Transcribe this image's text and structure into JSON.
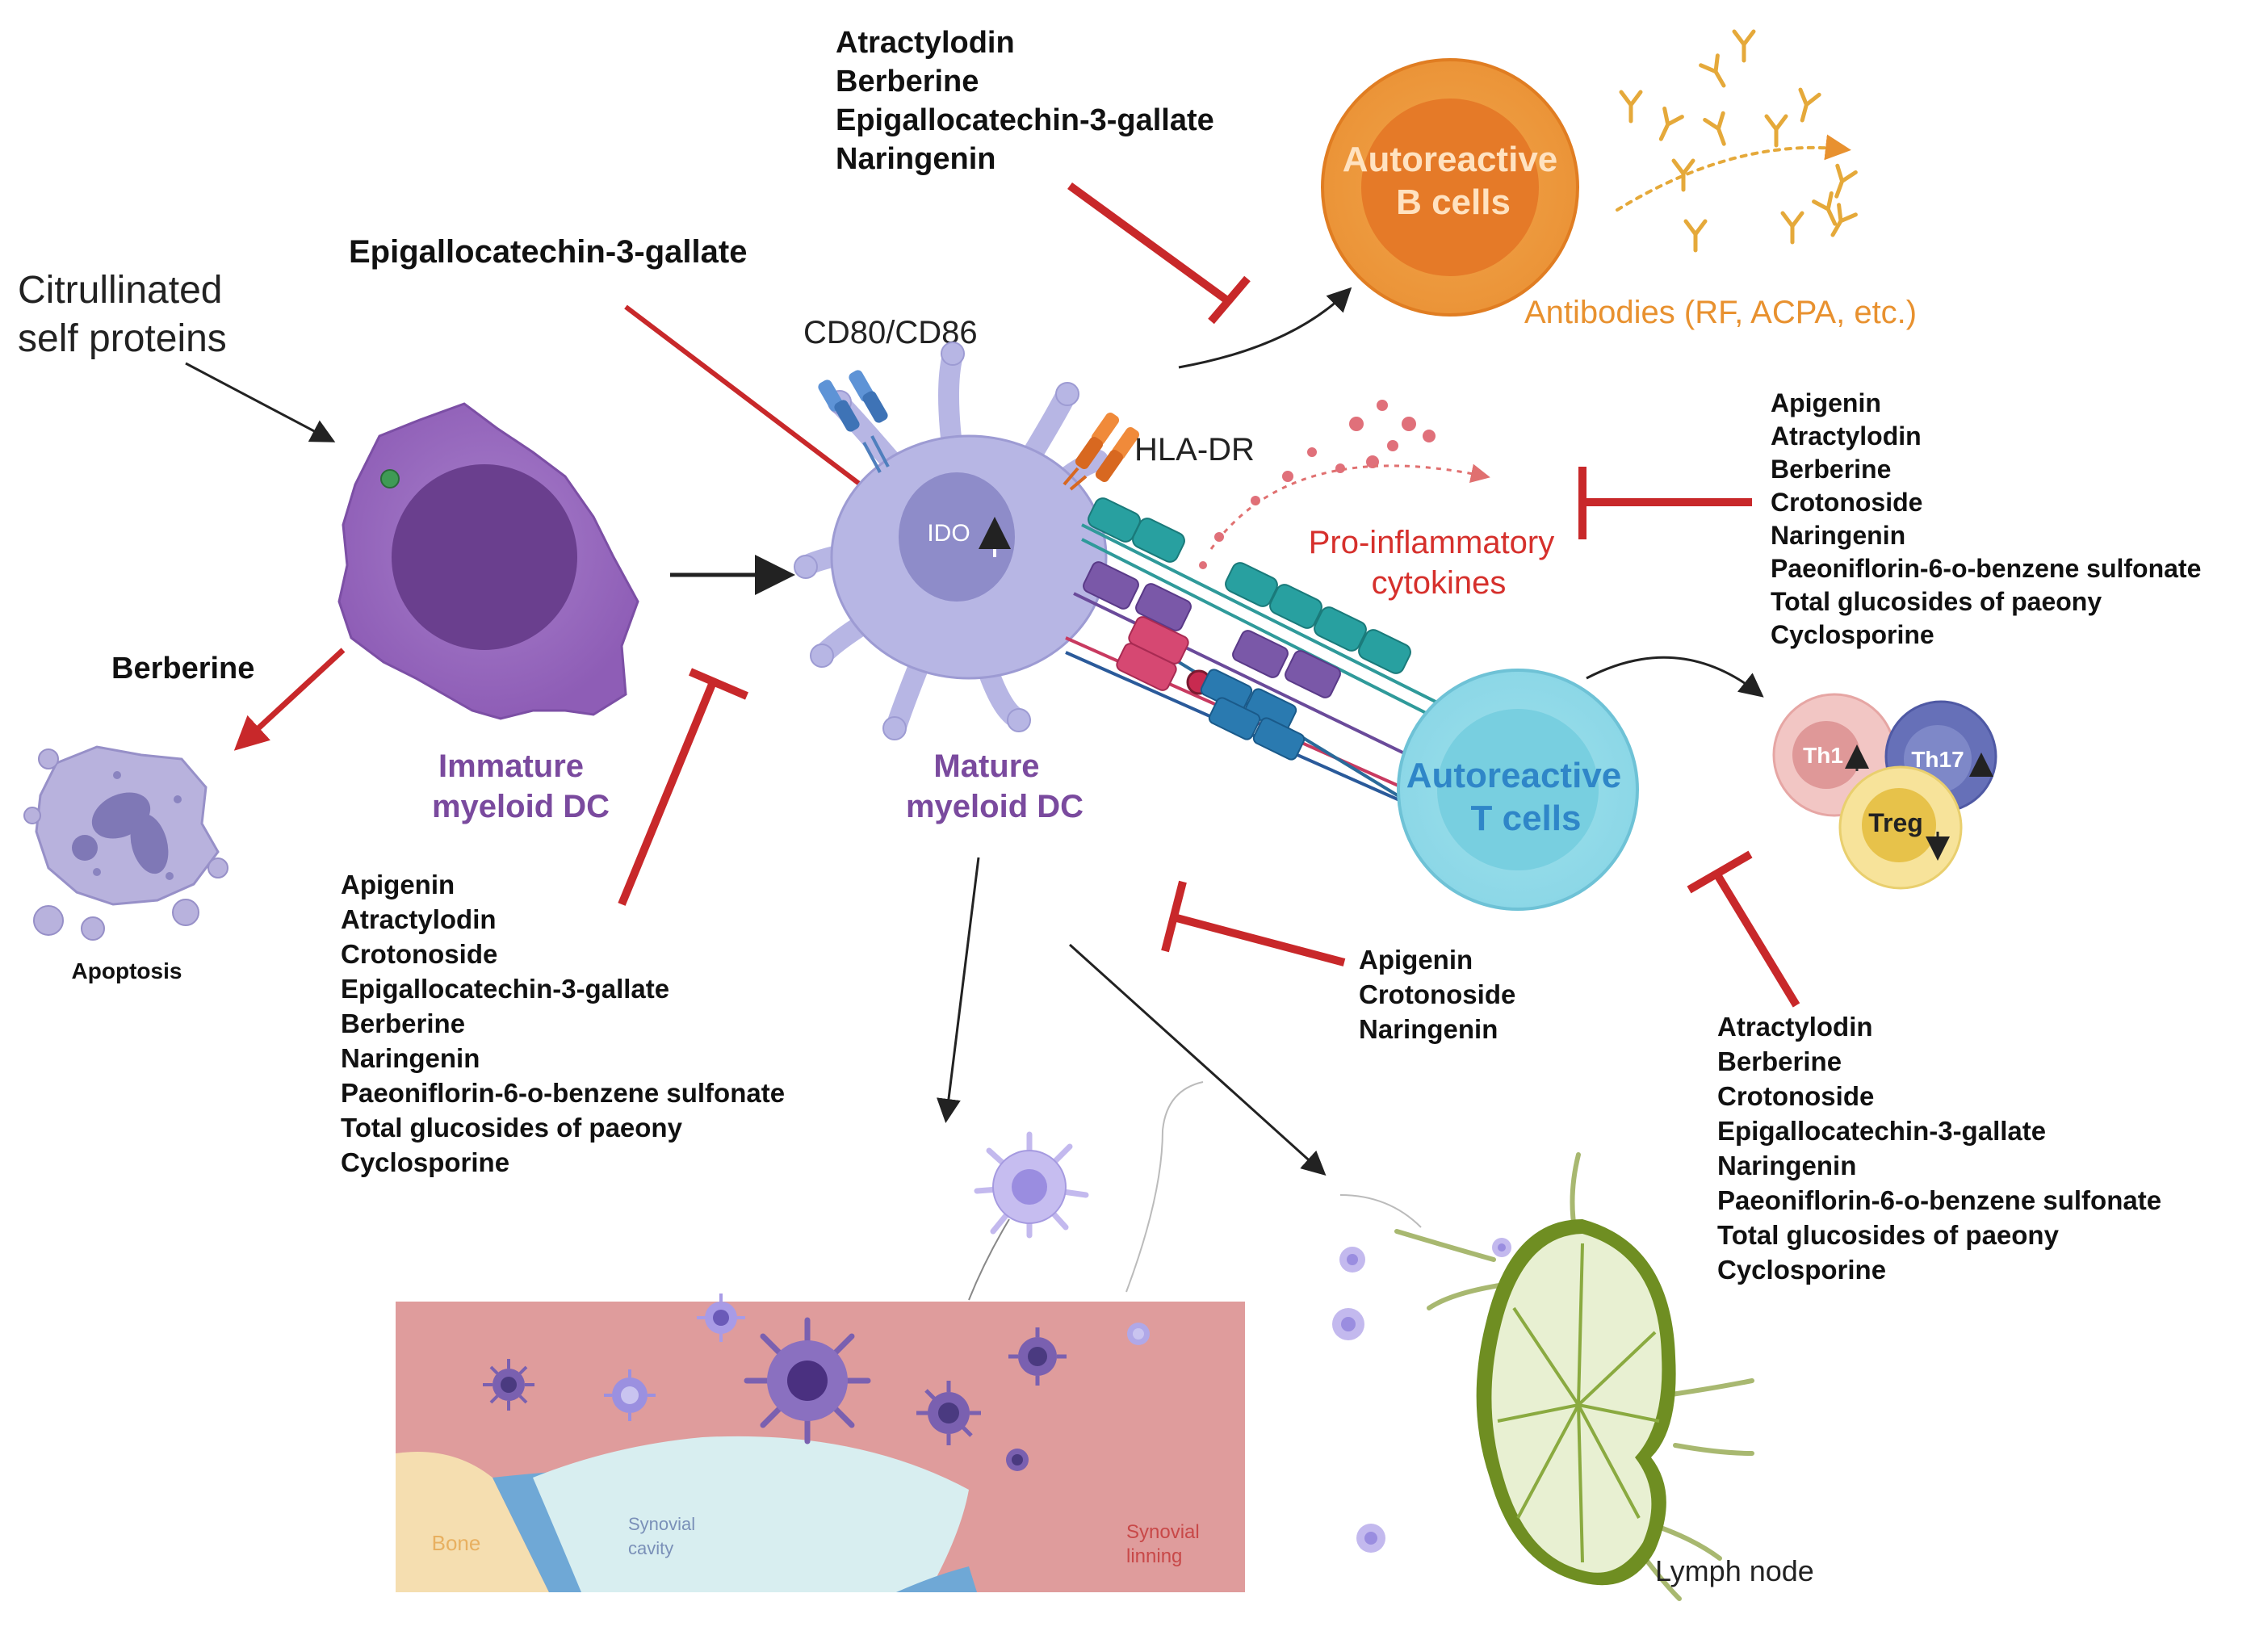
{
  "labels": {
    "citrullinated_line1": "Citrullinated",
    "citrullinated_line2": "self proteins",
    "egcg_top": "Epigallocatechin-3-gallate",
    "cd80_cd86": "CD80/CD86",
    "hla_dr": "HLA-DR",
    "ido": "IDO",
    "immature_line1": "Immature",
    "immature_line2": "myeloid DC",
    "mature_line1": "Mature",
    "mature_line2": "myeloid DC",
    "berberine_apoptosis": "Berberine",
    "apoptosis": "Apoptosis",
    "b_cells_line1": "Autoreactive",
    "b_cells_line2": "B cells",
    "antibodies": "Antibodies (RF, ACPA, etc.)",
    "t_cells_line1": "Autoreactive",
    "t_cells_line2": "T cells",
    "cytokines_line1": "Pro-inflammatory",
    "cytokines_line2": "cytokines",
    "th1": "Th1",
    "th17": "Th17",
    "treg": "Treg",
    "bone": "Bone",
    "synovial_cavity_line1": "Synovial",
    "synovial_cavity_line2": "cavity",
    "synovial_lining_line1": "Synovial",
    "synovial_lining_line2": "linning",
    "lymph_node": "Lymph node"
  },
  "inhibitor_lists": {
    "b_cells": [
      "Atractylodin",
      "Berberine",
      "Epigallocatechin-3-gallate",
      "Naringenin"
    ],
    "cytokines": [
      "Apigenin",
      "Atractylodin",
      "Berberine",
      "Crotonoside",
      "Naringenin",
      "Paeoniflorin-6-o-benzene sulfonate",
      "Total glucosides of paeony",
      "Cyclosporine"
    ],
    "maturation": [
      "Apigenin",
      "Atractylodin",
      "Crotonoside",
      "Epigallocatechin-3-gallate",
      "Berberine",
      "Naringenin",
      "Paeoniflorin-6-o-benzene sulfonate",
      "Total glucosides of paeony",
      "Cyclosporine"
    ],
    "dc_t_interaction": [
      "Apigenin",
      "Crotonoside",
      "Naringenin"
    ],
    "t_differentiation": [
      "Atractylodin",
      "Berberine",
      "Crotonoside",
      "Epigallocatechin-3-gallate",
      "Naringenin",
      "Paeoniflorin-6-o-benzene sulfonate",
      "Total glucosides of paeony",
      "Cyclosporine"
    ]
  },
  "colors": {
    "inhibition_red": "#c8282a",
    "dc_purple": "#9b6cc0",
    "dc_dark": "#6a3f8e",
    "mature_dc": "#b7b6e4",
    "b_cell_orange": "#e8912f",
    "t_cell_cyan": "#7fd0e0",
    "cytokine_pink": "#e0707a",
    "antibody_gold": "#e5a93a",
    "lymph_green": "#7a9a2a",
    "synovium_pink": "#df9c9c",
    "label_purple": "#7a4a9e",
    "label_blue": "#3a85c8"
  }
}
